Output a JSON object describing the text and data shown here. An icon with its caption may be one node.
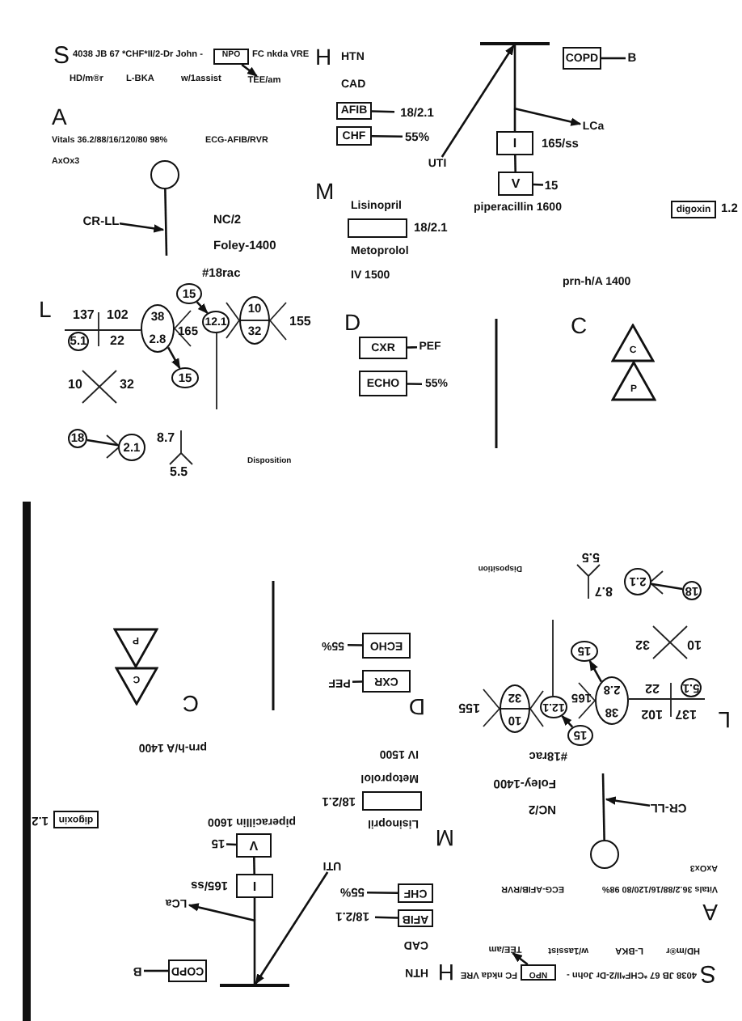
{
  "diagram": {
    "nodes": [
      {
        "text": [
          "NPO"
        ]
      },
      {
        "text": [
          "TEE/am"
        ]
      },
      {
        "text": [
          "AFIB"
        ]
      },
      {
        "text": [
          "18/2.1"
        ]
      },
      {
        "text": [
          "CHF"
        ]
      },
      {
        "text": [
          "55%"
        ]
      },
      {
        "text": [],
        "shape": "bar"
      },
      {
        "text": [
          "COPD"
        ]
      },
      {
        "text": [
          "B"
        ]
      },
      {
        "text": [
          "LCa"
        ]
      },
      {
        "text": [
          "UTI"
        ]
      },
      {
        "text": [
          "I"
        ],
        "beside": [
          "165/ss"
        ]
      },
      {
        "text": [
          "V"
        ]
      },
      {
        "text": [
          "15"
        ]
      },
      {
        "text": [],
        "shape": "box",
        "beside": [
          "18/2.1"
        ]
      },
      {
        "text": [
          "digoxin"
        ],
        "beside": [
          "1.2"
        ]
      },
      {
        "text": [
          "CXR"
        ]
      },
      {
        "text": [
          "PEF"
        ]
      },
      {
        "text": [
          "ECHO"
        ]
      },
      {
        "text": [
          "55%"
        ]
      },
      {
        "text": [
          "C"
        ]
      },
      {
        "text": [
          "P"
        ]
      },
      {
        "text": [],
        "shape": "circle"
      },
      {
        "text": [
          "CR-LL"
        ]
      },
      {
        "text": [
          "5.1"
        ]
      },
      {
        "text": [
          "38",
          "2.8"
        ]
      },
      {
        "text": [
          "15"
        ]
      },
      {
        "text": [
          "12.1"
        ]
      },
      {
        "text": [
          "10",
          "32"
        ]
      },
      {
        "text": [
          "15"
        ]
      },
      {
        "text": [
          "18"
        ]
      },
      {
        "text": [
          "2.1"
        ]
      },
      {
        "text": [
          "NPO"
        ]
      },
      {
        "text": [
          "TEE/am"
        ]
      },
      {
        "text": [
          "AFIB"
        ]
      },
      {
        "text": [
          "18/2.1"
        ]
      },
      {
        "text": [
          "CHF"
        ]
      },
      {
        "text": [
          "55%"
        ]
      },
      {
        "text": [],
        "shape": "bar"
      },
      {
        "text": [
          "COPD"
        ]
      },
      {
        "text": [
          "B"
        ]
      },
      {
        "text": [
          "LCa"
        ]
      },
      {
        "text": [
          "UTI"
        ]
      },
      {
        "text": [
          "I"
        ],
        "beside": [
          "165/ss"
        ]
      },
      {
        "text": [
          "V"
        ]
      },
      {
        "text": [
          "15"
        ]
      },
      {
        "text": [],
        "shape": "box",
        "beside": [
          "18/2.1"
        ]
      },
      {
        "text": [
          "digoxin"
        ],
        "beside": [
          "1.2"
        ]
      },
      {
        "text": [
          "CXR"
        ]
      },
      {
        "text": [
          "PEF"
        ]
      },
      {
        "text": [
          "ECHO"
        ]
      },
      {
        "text": [
          "55%"
        ]
      },
      {
        "text": [
          "C"
        ]
      },
      {
        "text": [
          "P"
        ]
      },
      {
        "text": [],
        "shape": "circle"
      },
      {
        "text": [
          "CR-LL"
        ]
      },
      {
        "text": [
          "5.1"
        ]
      },
      {
        "text": [
          "38",
          "2.8"
        ]
      },
      {
        "text": [
          "15"
        ]
      },
      {
        "text": [
          "12.1"
        ]
      },
      {
        "text": [
          "10",
          "32"
        ]
      },
      {
        "text": [
          "15"
        ]
      },
      {
        "text": [
          "18"
        ]
      },
      {
        "text": [
          "2.1"
        ]
      }
    ],
    "edges": [
      {
        "from": 0,
        "to": 1,
        "arrow": "to"
      },
      {
        "from": 2,
        "to": 3,
        "arrow": "none"
      },
      {
        "from": 4,
        "to": 5,
        "arrow": "none"
      },
      {
        "from": 7,
        "to": 8,
        "arrow": "none"
      },
      {
        "from": 10,
        "to": 6,
        "arrow": "to"
      },
      {
        "from": 6,
        "to": 11,
        "arrow": "none"
      },
      {
        "from": null,
        "to": 9,
        "arrow": "to"
      },
      {
        "from": 11,
        "to": 12,
        "arrow": "none"
      },
      {
        "from": 12,
        "to": 13,
        "arrow": "none"
      },
      {
        "from": 16,
        "to": 17,
        "arrow": "none"
      },
      {
        "from": 18,
        "to": 19,
        "arrow": "none"
      },
      {
        "from": 22,
        "to": null,
        "arrow": "none"
      },
      {
        "from": 23,
        "to": null,
        "arrow": "to"
      },
      {
        "from": 26,
        "to": 27,
        "arrow": "to"
      },
      {
        "from": 25,
        "to": 29,
        "arrow": "to"
      },
      {
        "from": 30,
        "to": 31,
        "arrow": "none"
      },
      {
        "from": 32,
        "to": 33,
        "arrow": "to"
      },
      {
        "from": 34,
        "to": 35,
        "arrow": "none"
      },
      {
        "from": 36,
        "to": 37,
        "arrow": "none"
      },
      {
        "from": 39,
        "to": 40,
        "arrow": "none"
      },
      {
        "from": 42,
        "to": 38,
        "arrow": "to"
      },
      {
        "from": 38,
        "to": 43,
        "arrow": "none"
      },
      {
        "from": null,
        "to": 41,
        "arrow": "to"
      },
      {
        "from": 43,
        "to": 44,
        "arrow": "none"
      },
      {
        "from": 44,
        "to": 45,
        "arrow": "none"
      },
      {
        "from": 48,
        "to": 49,
        "arrow": "none"
      },
      {
        "from": 50,
        "to": 51,
        "arrow": "none"
      },
      {
        "from": 54,
        "to": null,
        "arrow": "none"
      },
      {
        "from": 55,
        "to": null,
        "arrow": "to"
      },
      {
        "from": 58,
        "to": 59,
        "arrow": "to"
      },
      {
        "from": 57,
        "to": 61,
        "arrow": "to"
      },
      {
        "from": 62,
        "to": 63,
        "arrow": "none"
      }
    ],
    "labels": [
      "S",
      "4038 JB 67 *CHF*II/2-Dr John -",
      "FC nkda VRE",
      "H",
      "HTN",
      "HD/m®r",
      "L-BKA",
      "w/1assist",
      "CAD",
      "A",
      "Vitals 36.2/88/16/120/80 98%",
      "ECG-AFIB/RVR",
      "AxOx3",
      "M",
      "Lisinopril",
      "piperacillin 1600",
      "Metoprolol",
      "IV 1500",
      "prn-h/A 1400",
      "NC/2",
      "Foley-1400",
      "#18rac",
      "L",
      "137",
      "102",
      "165",
      "22",
      "155",
      "10",
      "32",
      "8.7",
      "5.5",
      "Disposition",
      "D",
      "C",
      "S",
      "4038 JB 67 *CHF*II/2-Dr John -",
      "FC nkda VRE",
      "H",
      "HTN",
      "HD/m®r",
      "L-BKA",
      "w/1assist",
      "CAD",
      "A",
      "Vitals 36.2/88/16/120/80 98%",
      "ECG-AFIB/RVR",
      "AxOx3",
      "M",
      "Lisinopril",
      "piperacillin 1600",
      "Metoprolol",
      "IV 1500",
      "prn-h/A 1400",
      "NC/2",
      "Foley-1400",
      "#18rac",
      "L",
      "137",
      "102",
      "165",
      "22",
      "155",
      "10",
      "32",
      "8.7",
      "5.5",
      "Disposition",
      "D",
      "C"
    ]
  }
}
